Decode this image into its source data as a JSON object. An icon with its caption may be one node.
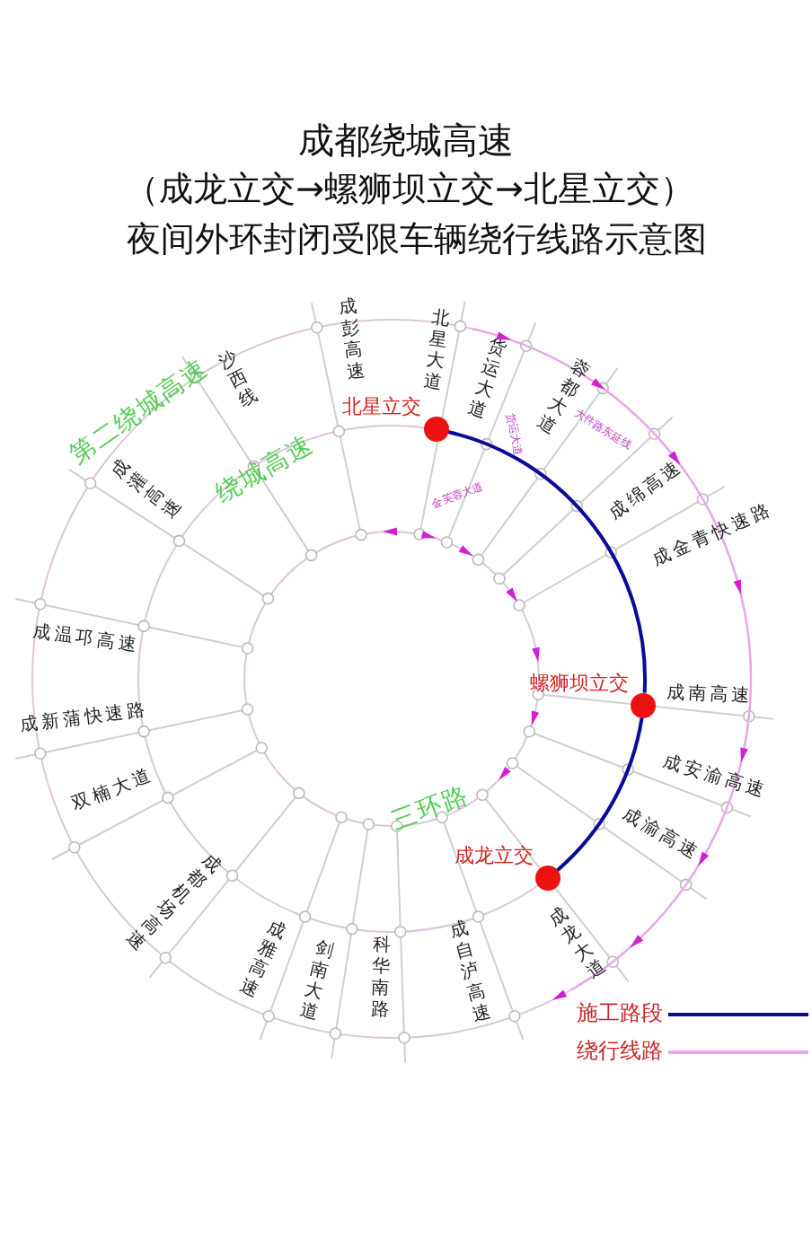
{
  "diagram": {
    "title": "成都绕城高速",
    "nodes": [
      {
        "text": [
          "北星立交"
        ]
      },
      {
        "text": [
          "螺狮坝立交"
        ]
      },
      {
        "text": [
          "成龙立交"
        ]
      }
    ],
    "edges": [
      {
        "from": 0,
        "to": 1,
        "arrow": "none"
      },
      {
        "from": 1,
        "to": 2,
        "arrow": "none"
      }
    ],
    "labels": [
      "（成龙立交→螺狮坝立交→北星立交）",
      "夜间外环封闭受限车辆绕行线路示意图",
      "成彭高速",
      "北星大道",
      "货运大道",
      "蓉都大道",
      "第二绕城高速",
      "沙西线",
      "货运大道",
      "大件路东延线",
      "绕城高速",
      "成灌高速",
      "金芙蓉大道",
      "成绵高速",
      "成金青快速路",
      "成温邛高速",
      "成南高速",
      "成新蒲快速路",
      "成安渝高速",
      "双楠大道",
      "成渝高速",
      "三环路",
      "成都机场高速",
      "成龙大道",
      "成自泸高速",
      "科华南路",
      "剑南大道",
      "成雅高速"
    ],
    "legend": [
      {
        "text": "施工路段"
      },
      {
        "text": "绕行线路"
      }
    ]
  }
}
